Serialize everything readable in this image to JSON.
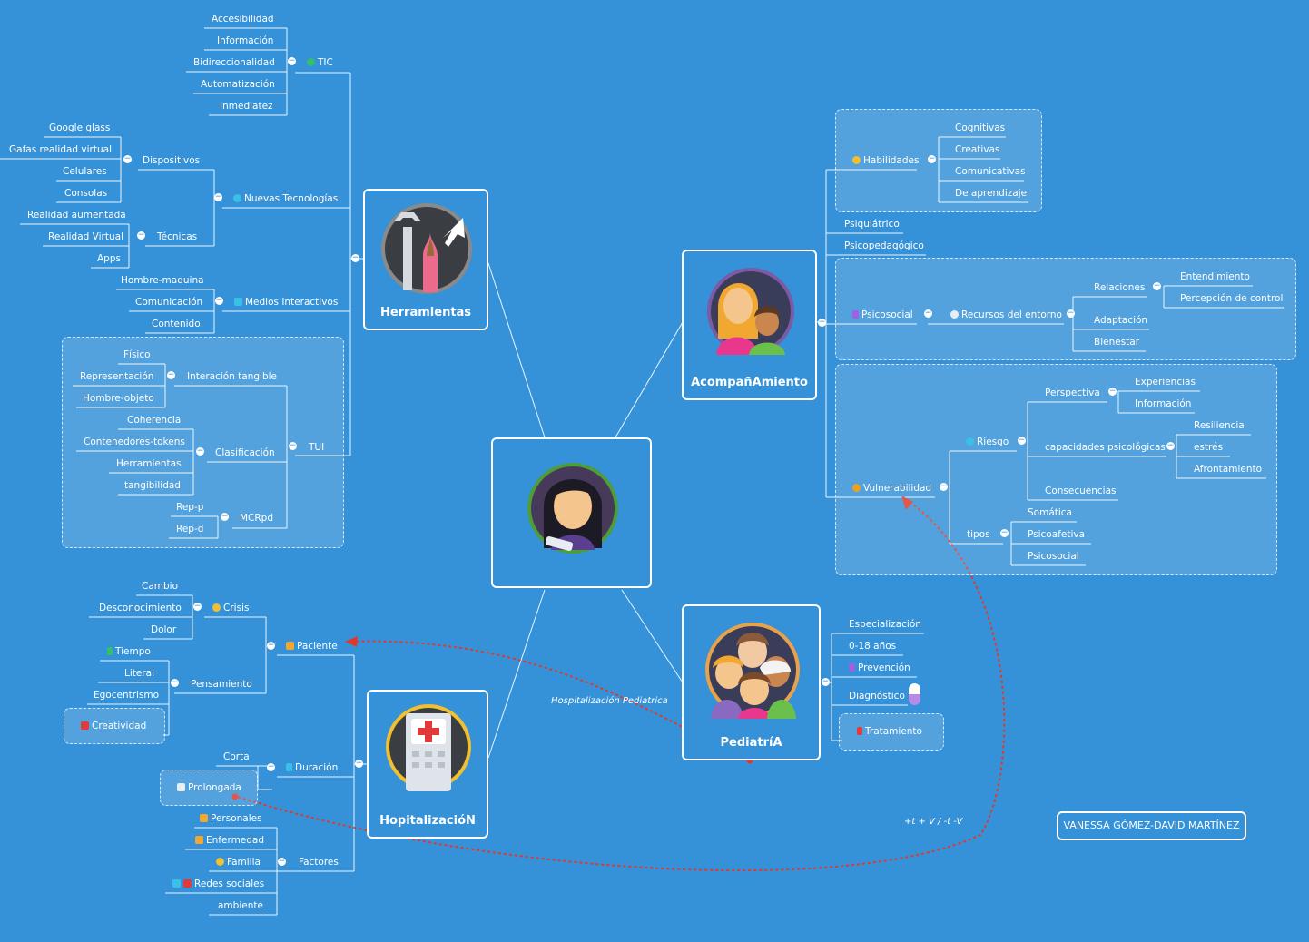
{
  "center": {
    "title": ""
  },
  "main_topics": {
    "herramientas": "Herramientas",
    "acompanamiento": "AcompañAmiento",
    "pediatria": "PediatríA",
    "hospitalizacion": "HopitalizacióN"
  },
  "herramientas": {
    "tic": "TIC",
    "tic_items": [
      "Accesibilidad",
      "Información",
      "Bidireccionalidad",
      "Automatización",
      "Inmediatez"
    ],
    "nuevas_tecnologias": "Nuevas Tecnologías",
    "dispositivos": "Dispositivos",
    "dispositivos_items": [
      "Google glass",
      "Gafas realidad virtual",
      "Celulares",
      "Consolas"
    ],
    "tecnicas": "Técnicas",
    "tecnicas_items": [
      "Realidad aumentada",
      "Realidad Virtual",
      "Apps"
    ],
    "medios": "Medios Interactivos",
    "medios_items": [
      "Hombre-maquina",
      "Comunicación",
      "Contenido"
    ],
    "tui": "TUI",
    "interaccion": "Interación tangible",
    "interaccion_items": [
      "Físico",
      "Representación",
      "Hombre-objeto"
    ],
    "clasificacion": "Clasificación",
    "clasificacion_items": [
      "Coherencia",
      "Contenedores-tokens",
      "Herramientas",
      "tangibilidad"
    ],
    "mcrpd": "MCRpd",
    "mcrpd_items": [
      "Rep-p",
      "Rep-d"
    ]
  },
  "acompanamiento": {
    "habilidades": "Habilidades",
    "habilidades_items": [
      "Cognitivas",
      "Creativas",
      "Comunicativas",
      "De aprendizaje"
    ],
    "psiquiatrico": "Psiquiátrico",
    "psicopedagogico": "Psicopedagógico",
    "psicosocial": "Psicosocial",
    "recursos": "Recursos del entorno",
    "relaciones": "Relaciones",
    "relaciones_items": [
      "Entendimiento",
      "Percepción de control"
    ],
    "adaptacion": "Adaptación",
    "bienestar": "Bienestar",
    "vulnerabilidad": "Vulnerabilidad",
    "riesgo": "Riesgo",
    "perspectiva": "Perspectiva",
    "perspectiva_items": [
      "Experiencias",
      "Información"
    ],
    "capacidades": "capacidades psicológicas",
    "capacidades_items": [
      "Resiliencia",
      "estrés",
      "Afrontamiento"
    ],
    "consecuencias": "Consecuencias",
    "tipos": "tipos",
    "tipos_items": [
      "Somática",
      "Psicoafetiva",
      "Psicosocial"
    ]
  },
  "pediatria": {
    "items": [
      "Especialización",
      "0-18 años",
      "Prevención",
      "Diagnóstico",
      "Tratamiento"
    ]
  },
  "hospitalizacion": {
    "paciente": "Paciente",
    "crisis": "Crisis",
    "crisis_items": [
      "Cambio",
      "Desconocimiento",
      "Dolor"
    ],
    "pensamiento": "Pensamiento",
    "pensamiento_items": [
      "Tiempo",
      "Literal",
      "Egocentrismo",
      "Creatividad"
    ],
    "duracion": "Duración",
    "duracion_items": [
      "Corta",
      "Prolongada"
    ],
    "factores": "Factores",
    "factores_items": [
      "Personales",
      "Enfermedad",
      "Familia",
      "Redes sociales",
      "ambiente"
    ]
  },
  "relations": {
    "hospitalizacion_pediatrica": "Hospitalización Pediatrica",
    "formula": "+t + V / -t -V"
  },
  "author": "VANESSA GÓMEZ-DAVID MARTÍNEZ",
  "colors": {
    "background": "#3592d9",
    "relation": "#e0392b",
    "line": "#ffffff"
  }
}
